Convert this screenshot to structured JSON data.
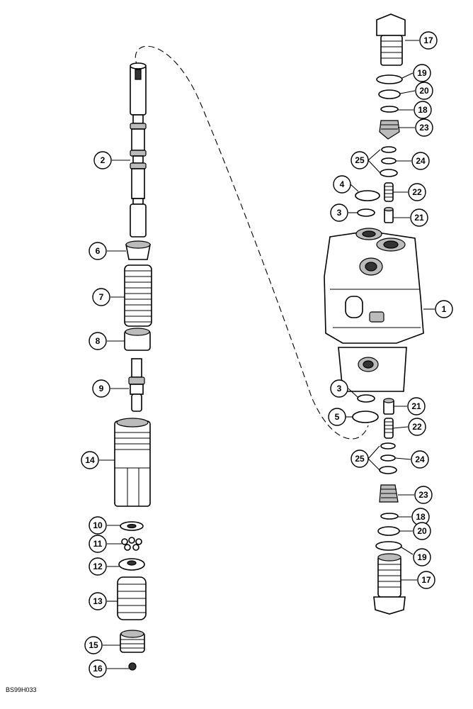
{
  "figure_code": "BS99H033",
  "callouts": {
    "c1": "1",
    "c2": "2",
    "c3a": "3",
    "c3b": "3",
    "c4": "4",
    "c5": "5",
    "c6": "6",
    "c7": "7",
    "c8": "8",
    "c9": "9",
    "c10": "10",
    "c11": "11",
    "c12": "12",
    "c13": "13",
    "c14": "14",
    "c15": "15",
    "c16": "16",
    "c17a": "17",
    "c17b": "17",
    "c18a": "18",
    "c18b": "18",
    "c19a": "19",
    "c19b": "19",
    "c20a": "20",
    "c20b": "20",
    "c21a": "21",
    "c21b": "21",
    "c22a": "22",
    "c22b": "22",
    "c23a": "23",
    "c23b": "23",
    "c24a": "24",
    "c24b": "24",
    "c25a": "25",
    "c25b": "25"
  }
}
